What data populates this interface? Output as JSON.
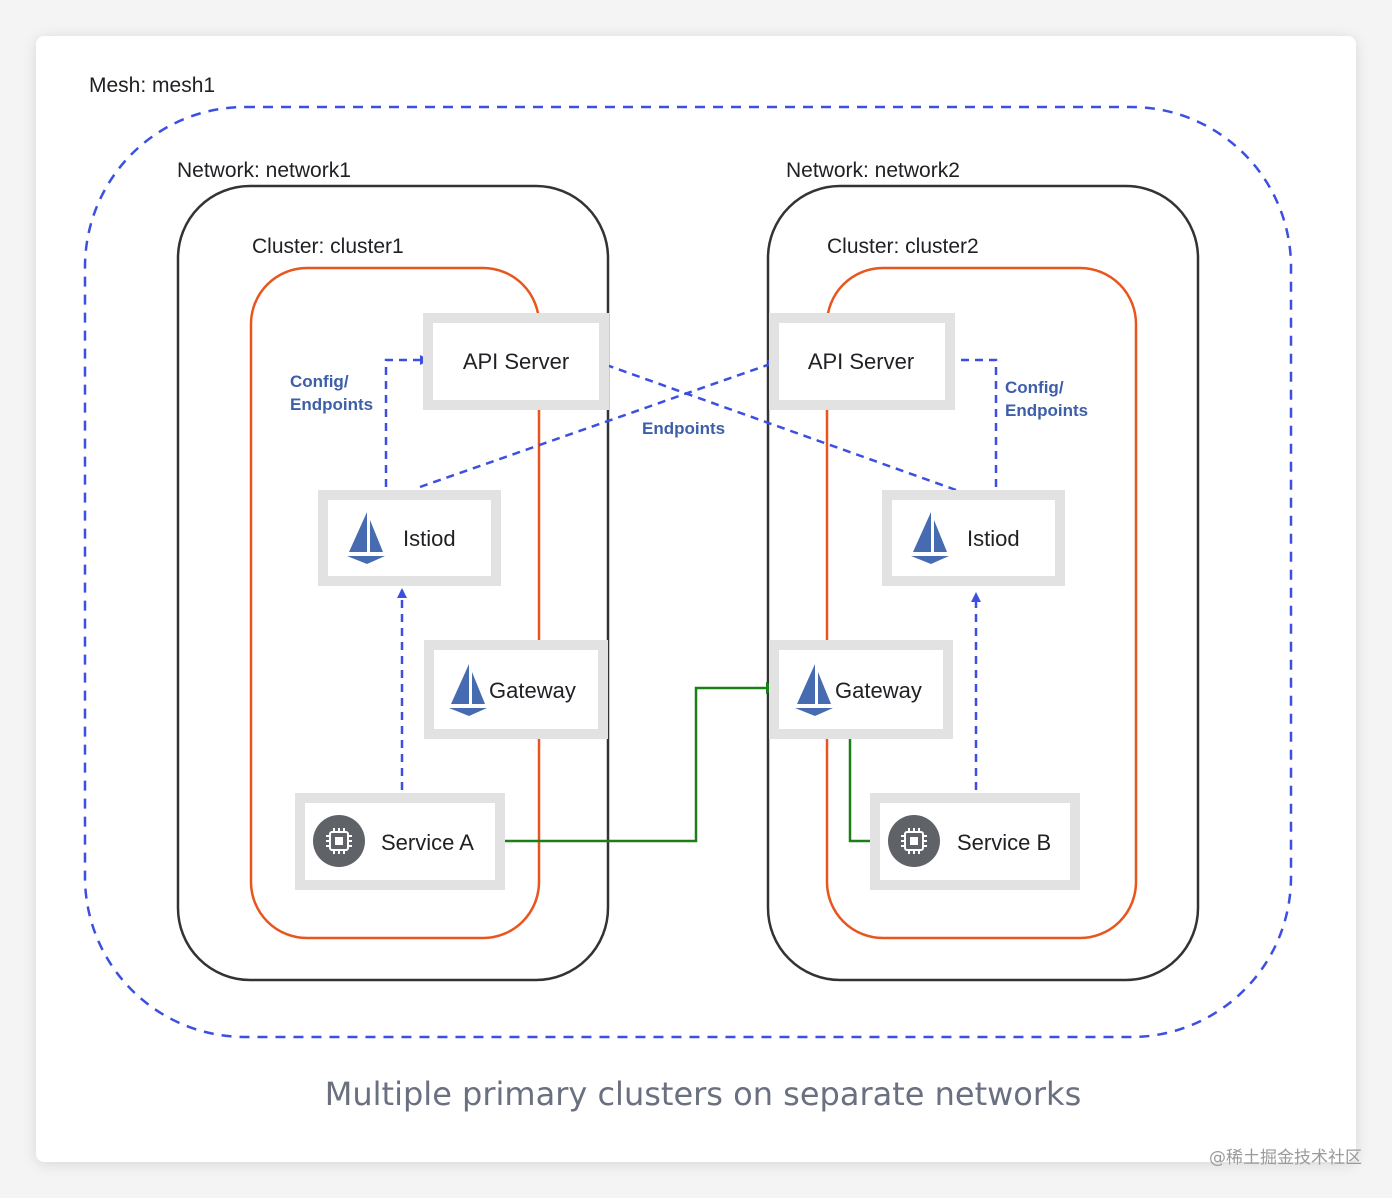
{
  "mesh": {
    "label": "Mesh: mesh1"
  },
  "networks": [
    {
      "label": "Network: network1",
      "cluster_label": "Cluster: cluster1"
    },
    {
      "label": "Network: network2",
      "cluster_label": "Cluster: cluster2"
    }
  ],
  "cluster1": {
    "api_server": "API Server",
    "istiod": "Istiod",
    "gateway": "Gateway",
    "service": "Service A",
    "config_label": [
      "Config/",
      "Endpoints"
    ]
  },
  "cluster2": {
    "api_server": "API Server",
    "istiod": "Istiod",
    "gateway": "Gateway",
    "service": "Service B",
    "config_label": [
      "Config/",
      "Endpoints"
    ]
  },
  "cross_label": "Endpoints",
  "caption": "Multiple primary clusters on separate networks",
  "watermark": "@稀土掘金技术社区",
  "colors": {
    "mesh_border": "#3b50e0",
    "network_border": "#333333",
    "cluster_border": "#e8561e",
    "box_frame": "#e2e2e2",
    "traffic_arrow": "#1a7f16",
    "control_arrow": "#3b50e0",
    "istio_sail": "#466bb0",
    "chip_icon": "#5f6368"
  }
}
